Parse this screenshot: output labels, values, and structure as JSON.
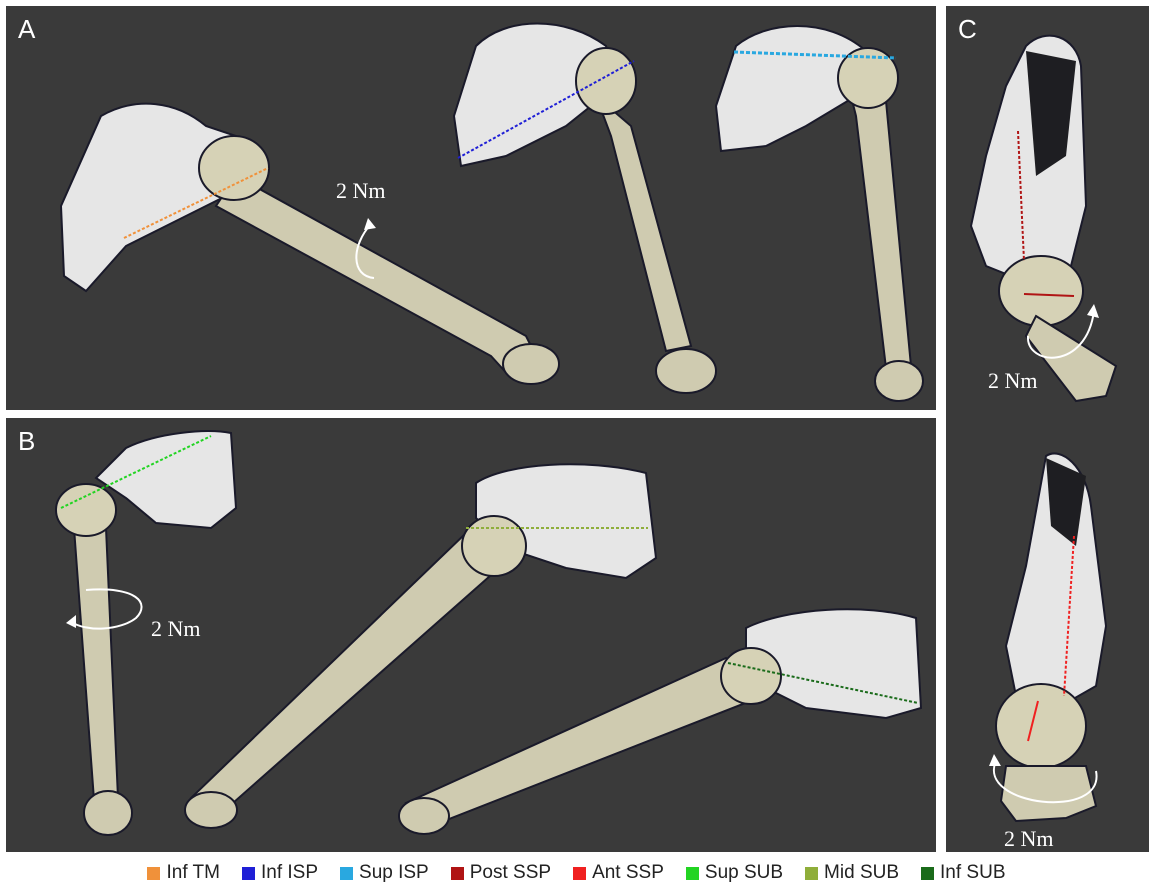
{
  "panels": {
    "a": {
      "letter": "A",
      "torque": "2 Nm"
    },
    "b": {
      "letter": "B",
      "torque": "2 Nm"
    },
    "c": {
      "letter": "C",
      "torque_top": "2 Nm",
      "torque_bottom": "2 Nm"
    }
  },
  "legend": [
    {
      "label": "Inf TM",
      "color": "#f0913a"
    },
    {
      "label": "Inf ISP",
      "color": "#1f1fd6"
    },
    {
      "label": "Sup ISP",
      "color": "#29a8e0"
    },
    {
      "label": "Post SSP",
      "color": "#b01414"
    },
    {
      "label": "Ant SSP",
      "color": "#f02020"
    },
    {
      "label": "Sup SUB",
      "color": "#22d422"
    },
    {
      "label": "Mid SUB",
      "color": "#8fae3a"
    },
    {
      "label": "Inf SUB",
      "color": "#1a6b1a"
    }
  ],
  "colors": {
    "panel_bg": "#3a3a3a",
    "bone_humerus": "#cfcbb0",
    "bone_scapula": "#e6e6e6"
  }
}
